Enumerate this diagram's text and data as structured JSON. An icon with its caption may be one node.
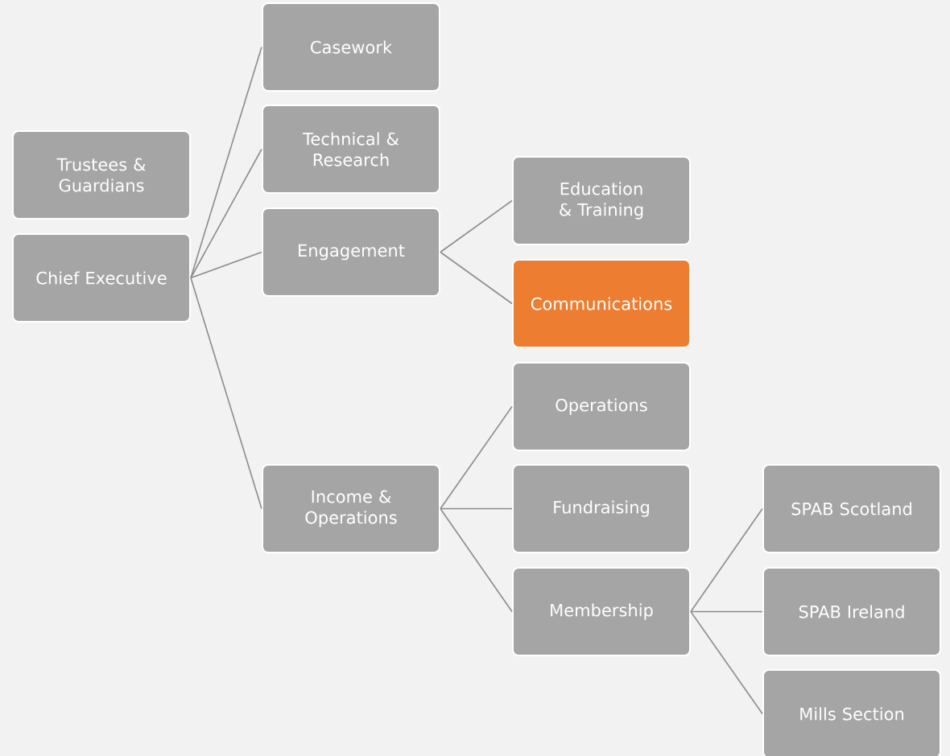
{
  "diagram": {
    "nodes": [
      {
        "text": [
          "Trustees & Guardians"
        ]
      },
      {
        "text": [
          "Chief Executive"
        ]
      },
      {
        "text": [
          "Casework"
        ]
      },
      {
        "text": [
          "Technical & Research"
        ]
      },
      {
        "text": [
          "Engagement"
        ]
      },
      {
        "text": [
          "Education & Training"
        ]
      },
      {
        "text": [
          "Communications"
        ]
      },
      {
        "text": [
          "Income & Operations"
        ]
      },
      {
        "text": [
          "Operations"
        ]
      },
      {
        "text": [
          "Fundraising"
        ]
      },
      {
        "text": [
          "Membership"
        ]
      },
      {
        "text": [
          "SPAB Scotland"
        ]
      },
      {
        "text": [
          "SPAB Ireland"
        ]
      },
      {
        "text": [
          "Mills Section"
        ]
      }
    ],
    "edges": [
      {
        "from": 1,
        "to": 2,
        "arrow": "none"
      },
      {
        "from": 1,
        "to": 3,
        "arrow": "none"
      },
      {
        "from": 1,
        "to": 4,
        "arrow": "none"
      },
      {
        "from": 1,
        "to": 7,
        "arrow": "none"
      },
      {
        "from": 4,
        "to": 5,
        "arrow": "none"
      },
      {
        "from": 4,
        "to": 6,
        "arrow": "none"
      },
      {
        "from": 7,
        "to": 8,
        "arrow": "none"
      },
      {
        "from": 7,
        "to": 9,
        "arrow": "none"
      },
      {
        "from": 7,
        "to": 10,
        "arrow": "none"
      },
      {
        "from": 10,
        "to": 11,
        "arrow": "none"
      },
      {
        "from": 10,
        "to": 12,
        "arrow": "none"
      },
      {
        "from": 10,
        "to": 13,
        "arrow": "none"
      }
    ]
  }
}
